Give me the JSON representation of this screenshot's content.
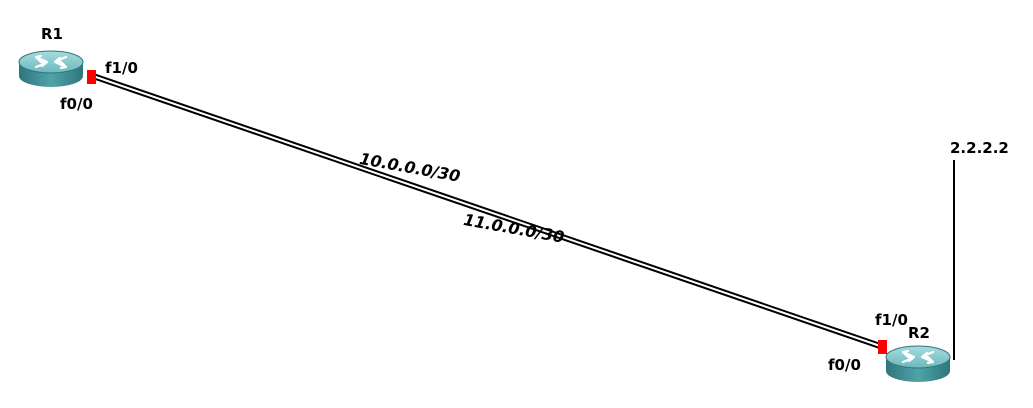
{
  "colors": {
    "background": "#ffffff",
    "link": "#000000",
    "interface_marker": "#ff0000",
    "router_body": "#3f8e96",
    "router_top": "#7fc4c8"
  },
  "routers": [
    {
      "name": "R1",
      "icon": "router-icon"
    },
    {
      "name": "R2",
      "icon": "router-icon"
    }
  ],
  "interfaces": {
    "r1_f1": "f1/0",
    "r1_f0": "f0/0",
    "r2_f1": "f1/0",
    "r2_f0": "f0/0"
  },
  "networks": {
    "net1": "10.0.0.0/30",
    "net2": "11.0.0.0/30",
    "loopback": "2.2.2.2"
  }
}
